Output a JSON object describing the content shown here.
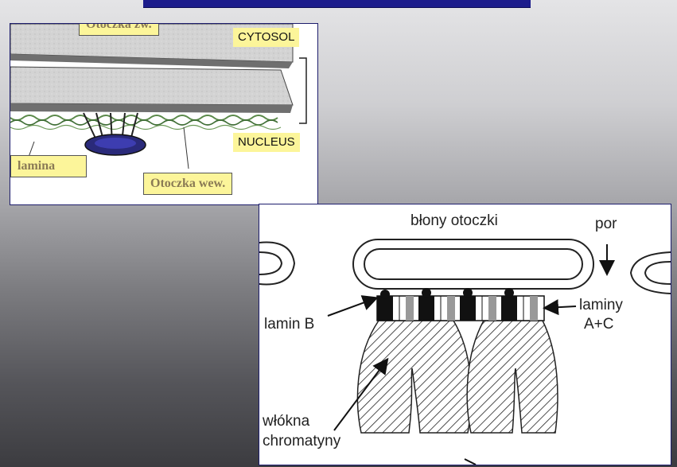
{
  "top_diagram": {
    "labels": {
      "outer_membrane": "Otoczka zw.",
      "cytosol": "CYTOSOL",
      "nucleus": "NUCLEUS",
      "lamina": "lamina",
      "inner_membrane": "Otoczka wew."
    }
  },
  "bottom_diagram": {
    "labels": {
      "membranes": "błony otoczki",
      "pore": "por",
      "lamin_b": "lamin B",
      "lamins_ac_line1": "laminy",
      "lamins_ac_line2": "A+C",
      "chromatin_line1": "włókna",
      "chromatin_line2": "chromatyny"
    }
  }
}
